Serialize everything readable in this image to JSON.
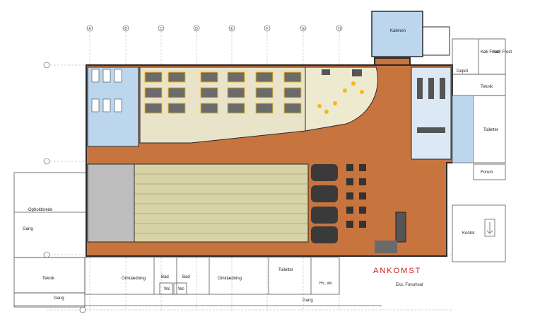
{
  "plan": {
    "colors": {
      "floor_terracotta": "#c8743f",
      "lanes": "#d8d3a6",
      "light_blue": "#bcd6ee",
      "wall": "#2a2a2a",
      "accent_red": "#d11a1a",
      "chair_yellow": "#f2b81e"
    },
    "grid_columns": [
      "A",
      "B",
      "C",
      "D",
      "E",
      "F",
      "G",
      "H"
    ],
    "rooms": {
      "kalenon": "Kalenon",
      "depot": "Depot",
      "kol_frost_1": "Køl/ Frost",
      "kol_frost_2": "Køl/ Frost",
      "teknik_right": "Teknik",
      "toiletter_right": "Toiletter",
      "forum": "Forum",
      "kontor": "Kontor",
      "opholdsrede": "Opholdsrede",
      "gang_left": "Gang",
      "teknik_bottom_left": "Teknik",
      "gang_bottom": "Gang",
      "omkladning_1": "Omklædning",
      "bad_1": "Bad",
      "bad_2": "Bad",
      "omkladning_2": "Omklædning",
      "wc_1": "Wc",
      "wc_2": "Wc",
      "toiletter_bottom": "Toiletter",
      "hc_wc": "Hc. wc",
      "gang_bottom_right": "Gang",
      "ekst_forum": "Eks. Forumsal"
    },
    "ankomst": "ANKOMST"
  }
}
